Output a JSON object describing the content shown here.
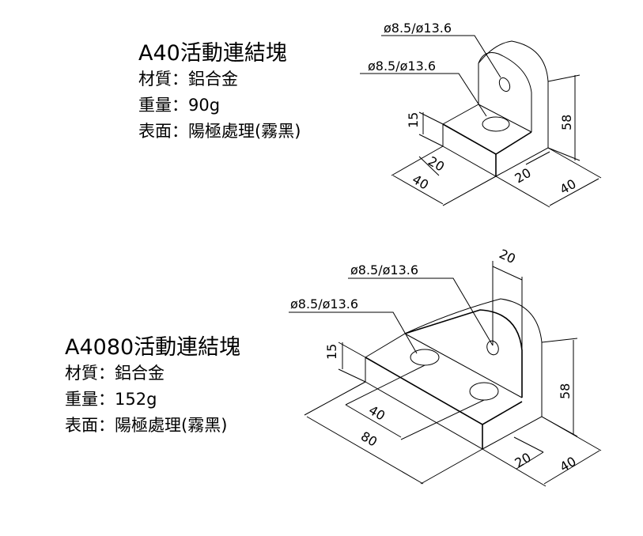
{
  "products": [
    {
      "title": "A40活動連結塊",
      "material": "材質：鋁合金",
      "weight": "重量：90g",
      "surface": "表面：陽極處理(霧黑)",
      "dimensions": {
        "hole_upper": "ø8.5/ø13.6",
        "hole_lower": "ø8.5/ø13.6",
        "thickness": "15",
        "height": "58",
        "left_inner": "20",
        "left_outer": "40",
        "right_inner": "20",
        "right_outer": "40"
      }
    },
    {
      "title": "A4080活動連結塊",
      "material": "材質：鋁合金",
      "weight": "重量：152g",
      "surface": "表面：陽極處理(霧黑)",
      "dimensions": {
        "hole_upper": "ø8.5/ø13.6",
        "hole_lower": "ø8.5/ø13.6",
        "top_width": "20",
        "thickness": "15",
        "height": "58",
        "hole_spacing": "40",
        "length": "80",
        "right_inner": "20",
        "right_outer": "40"
      }
    }
  ]
}
